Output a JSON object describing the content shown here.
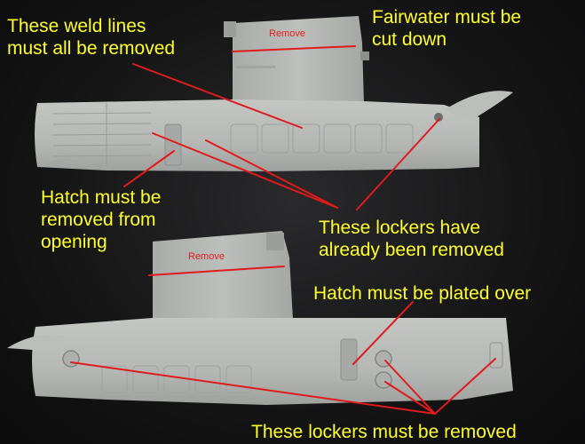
{
  "annotations": {
    "weld_lines": "These weld lines\nmust all be removed",
    "fairwater": "Fairwater must be\ncut down",
    "hatch_removed": "Hatch must be\nremoved from\nopening",
    "lockers_done": "These lockers have\nalready been removed",
    "hatch_plated": "Hatch must be plated over",
    "lockers_remove": "These lockers must be removed",
    "remove_top": "Remove",
    "remove_bottom": "Remove"
  },
  "colors": {
    "background": "#161617",
    "plastic": "#b9bbb8",
    "label_text": "#ffff2e",
    "annotation_line": "#e01b1b"
  }
}
